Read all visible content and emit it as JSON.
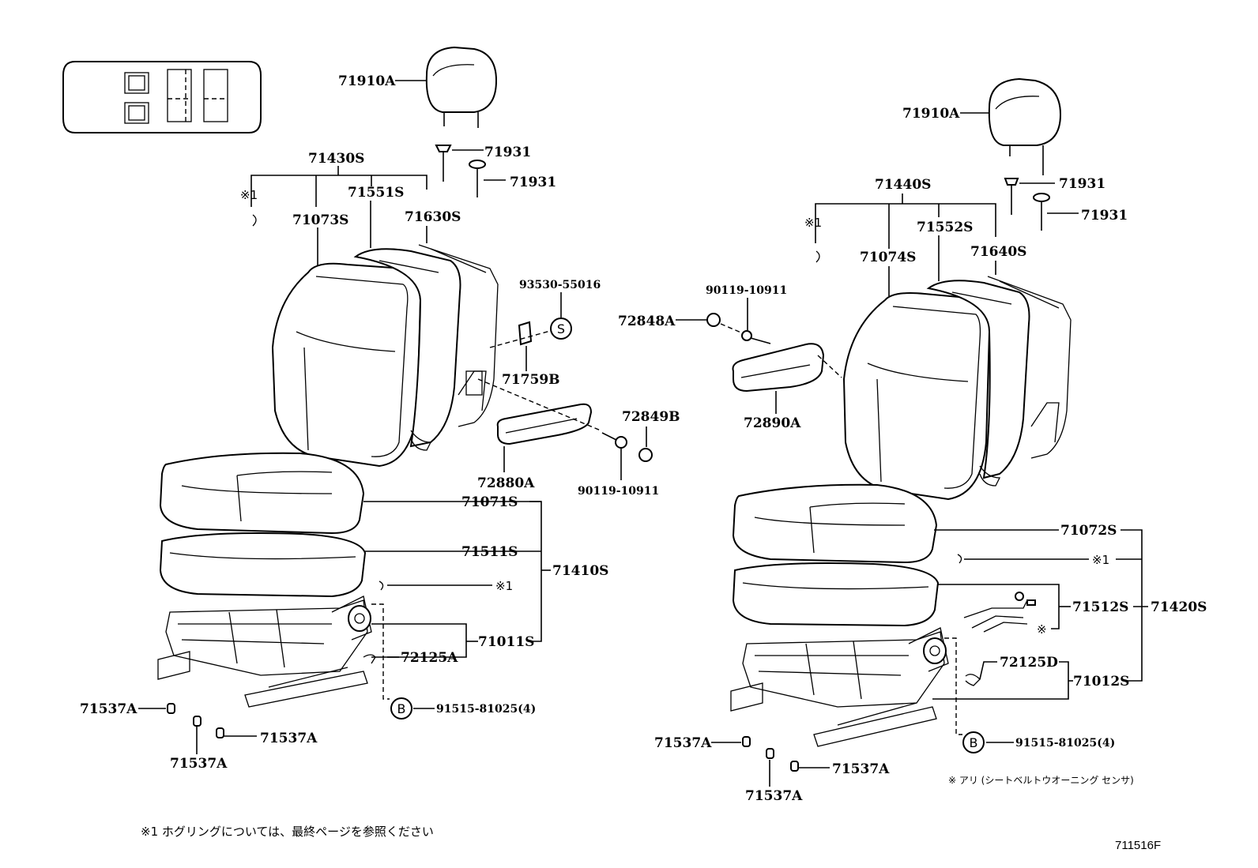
{
  "diagram_id": "711516F",
  "footnote": "※1  ホグリングについては、最終ページを参照ください",
  "sensor_note": "※ アリ (シートベルトウオーニング センサ)",
  "left_seat": {
    "headrest": "71910A",
    "headrest_support_1": "71931",
    "headrest_support_2": "71931",
    "back_assy": "71430S",
    "hog_ring_mark": "※1",
    "back_cover": "71073S",
    "back_pad": "71551S",
    "back_frame": "71630S",
    "bolt_symbol_code": "93530-55016",
    "bolt_symbol": "S",
    "hinge_cover": "71759B",
    "armrest": "72880A",
    "armrest_cap": "72849B",
    "armrest_bolt": "90119-10911",
    "cushion_cover": "71071S",
    "cushion_pad": "71511S",
    "cushion_assy": "71410S",
    "cushion_hog_ring": "※1",
    "adjuster": "71011S",
    "spring": "72125A",
    "bolt_b_symbol": "B",
    "bolt_b_code": "91515-81025(4)",
    "cap_a": "71537A",
    "cap_b": "71537A",
    "cap_c": "71537A"
  },
  "right_seat": {
    "headrest": "71910A",
    "headrest_support_1": "71931",
    "headrest_support_2": "71931",
    "back_assy": "71440S",
    "hog_ring_mark": "※1",
    "back_cover": "71074S",
    "back_pad": "71552S",
    "back_frame": "71640S",
    "armrest_bolt": "90119-10911",
    "armrest_cap": "72848A",
    "armrest": "72890A",
    "cushion_cover": "71072S",
    "cushion_hog_ring": "※1",
    "cushion_pad": "71512S",
    "cushion_assy": "71420S",
    "sensor_mark": "※",
    "spring": "72125D",
    "adjuster": "71012S",
    "bolt_b_symbol": "B",
    "bolt_b_code": "91515-81025(4)",
    "cap_a": "71537A",
    "cap_b": "71537A",
    "cap_c": "71537A"
  }
}
